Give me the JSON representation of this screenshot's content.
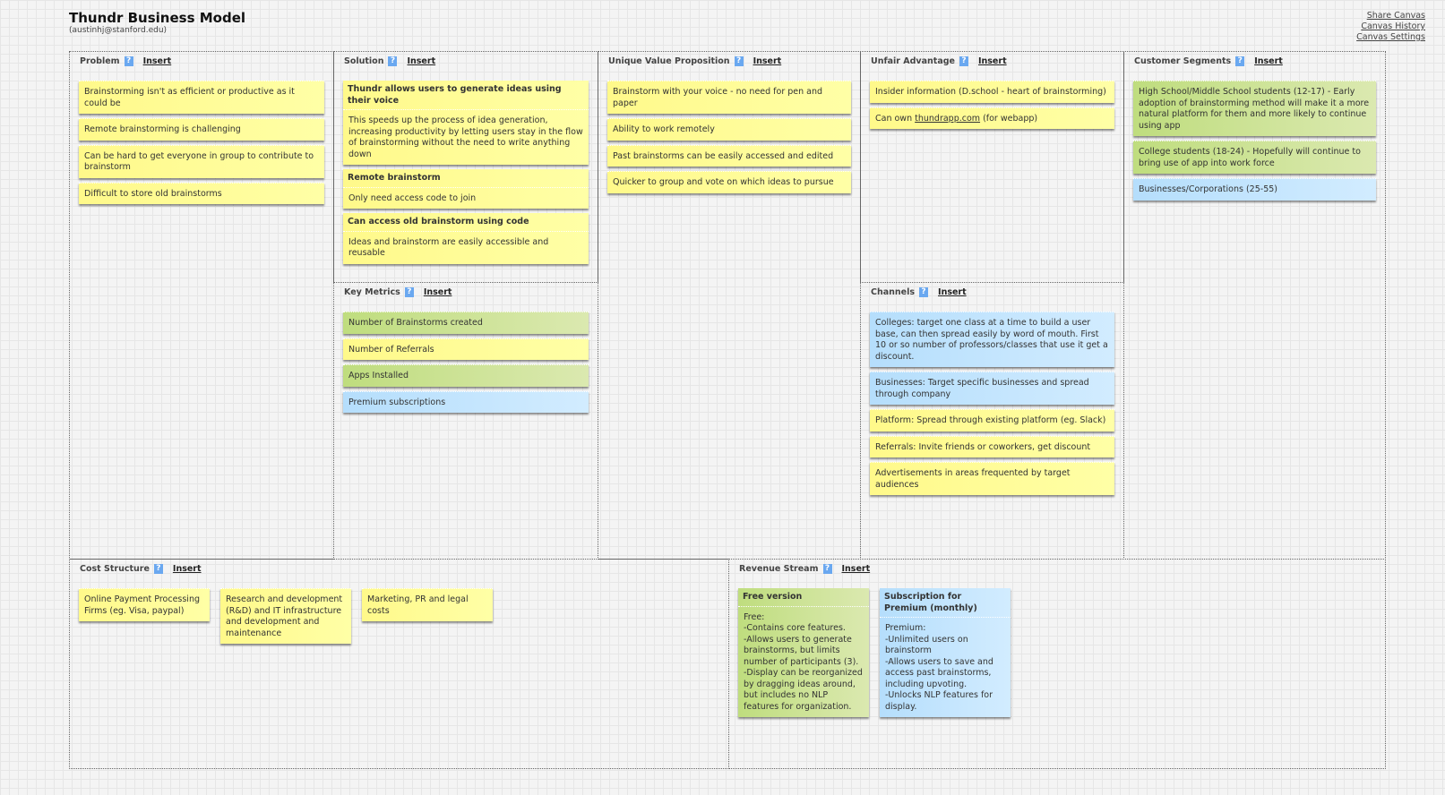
{
  "header": {
    "title": "Thundr Business Model",
    "email": "(austinhj@stanford.edu)",
    "links": [
      "Share Canvas",
      "Canvas History",
      "Canvas Settings"
    ]
  },
  "common": {
    "help": "?",
    "insert": "Insert"
  },
  "colors": {
    "yellow": "#ffff99",
    "green": "#c5e08a",
    "blue": "#c2e6ff",
    "help": "#6aa8f0"
  },
  "sections": {
    "problem": {
      "label": "Problem",
      "notes": [
        {
          "color": "yellow",
          "text": "Brainstorming isn't as efficient or productive as it could be"
        },
        {
          "color": "yellow",
          "text": "Remote brainstorming is challenging"
        },
        {
          "color": "yellow",
          "text": "Can be hard to get everyone in group to contribute to brainstorm"
        },
        {
          "color": "yellow",
          "text": "Difficult to store old brainstorms"
        }
      ]
    },
    "solution": {
      "label": "Solution",
      "notes": [
        {
          "color": "yellow",
          "title": "Thundr allows users to generate ideas using their voice",
          "text": "This speeds up the process of idea generation, increasing productivity by letting users stay in the flow of brainstorming without the need to write anything down"
        },
        {
          "color": "yellow",
          "title": "Remote brainstorm",
          "text": "Only need access code to join"
        },
        {
          "color": "yellow",
          "title": "Can access old brainstorm using code",
          "text": "Ideas and brainstorm are easily accessible and reusable"
        }
      ]
    },
    "key_metrics": {
      "label": "Key Metrics",
      "notes": [
        {
          "color": "green",
          "text": "Number of Brainstorms created"
        },
        {
          "color": "yellow",
          "text": "Number of Referrals"
        },
        {
          "color": "green",
          "text": "Apps Installed"
        },
        {
          "color": "blue",
          "text": "Premium subscriptions"
        }
      ]
    },
    "uvp": {
      "label": "Unique Value Proposition",
      "notes": [
        {
          "color": "yellow",
          "text": "Brainstorm with your voice - no need for pen and paper"
        },
        {
          "color": "yellow",
          "text": "Ability to work remotely"
        },
        {
          "color": "yellow",
          "text": "Past brainstorms can be easily accessed and edited"
        },
        {
          "color": "yellow",
          "text": "Quicker to group and vote on which ideas to pursue"
        }
      ]
    },
    "unfair_advantage": {
      "label": "Unfair Advantage",
      "notes": [
        {
          "color": "yellow",
          "text": "Insider information (D.school - heart of brainstorming)"
        },
        {
          "color": "yellow",
          "text": "Can own ",
          "link": "thundrapp.com",
          "after": " (for webapp)"
        }
      ]
    },
    "channels": {
      "label": "Channels",
      "notes": [
        {
          "color": "blue",
          "text": "Colleges: target one class at a time to build a user base, can then spread easily by word of mouth. First 10 or so number of professors/classes that use it get a discount."
        },
        {
          "color": "blue",
          "text": "Businesses: Target specific businesses and spread through company"
        },
        {
          "color": "yellow",
          "text": "Platform: Spread through existing platform (eg. Slack)"
        },
        {
          "color": "yellow",
          "text": "Referrals: Invite friends or coworkers, get discount"
        },
        {
          "color": "yellow",
          "text": "Advertisements in areas frequented by target audiences"
        }
      ]
    },
    "customer_segments": {
      "label": "Customer Segments",
      "notes": [
        {
          "color": "green",
          "text": "High School/Middle School students (12-17) - Early adoption of brainstorming method will make it a more natural platform for them and more likely to continue using app"
        },
        {
          "color": "green",
          "text": "College students (18-24) - Hopefully will continue to bring use of app into work force"
        },
        {
          "color": "blue",
          "text": "Businesses/Corporations (25-55)"
        }
      ]
    },
    "cost_structure": {
      "label": "Cost Structure",
      "notes": [
        {
          "color": "yellow",
          "text": "Online Payment Processing Firms (eg. Visa, paypal)"
        },
        {
          "color": "yellow",
          "text": "Research and development (R&D) and IT infrastructure and development and maintenance"
        },
        {
          "color": "yellow",
          "text": "Marketing, PR and legal costs"
        }
      ]
    },
    "revenue_stream": {
      "label": "Revenue Stream",
      "notes": [
        {
          "color": "green",
          "title": "Free version",
          "text": "Free:\n-Contains core features.\n-Allows users to generate brainstorms, but limits number of participants (3).\n-Display can be reorganized by dragging ideas around, but includes no NLP features for organization."
        },
        {
          "color": "blue",
          "title": "Subscription for Premium (monthly)",
          "text": "Premium:\n-Unlimited users on brainstorm\n-Allows users to save and access past brainstorms, including upvoting.\n-Unlocks NLP features for display."
        }
      ]
    }
  }
}
